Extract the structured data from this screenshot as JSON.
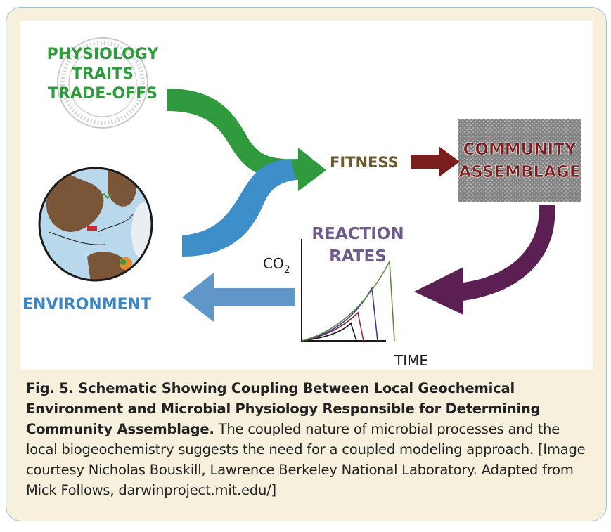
{
  "figure": {
    "inputs": [
      "PHYSIOLOGY",
      "TRAITS",
      "TRADE-OFFS"
    ],
    "fitness": "FITNESS",
    "community": [
      "COMMUNITY",
      "ASSEMBLAGE"
    ],
    "reaction": [
      "REACTION",
      "RATES"
    ],
    "co2": "CO",
    "co2_sub": "2",
    "time": "TIME",
    "environment": "ENVIRONMENT",
    "colors": {
      "green": "#2f9a3e",
      "blue": "#3d8ec9",
      "maroon": "#7a1f1d",
      "purple": "#5b1f52",
      "olive": "#6b5a2e",
      "environment_blue": "#3b86c3",
      "reaction_purple": "#6f5b8c"
    }
  },
  "caption": {
    "bold": "Fig. 5. Schematic Showing Coupling Between Local Geochemical Environment and Microbial Physiology Responsible for Determining Community Assemblage.",
    "text": " The coupled nature of microbial processes and the local biogeochemistry suggests the need for a coupled modeling approach. [Image courtesy Nicholas Bouskill, Lawrence Berkeley National Laboratory. Adapted from Mick Follows, darwinproject.mit.edu/]"
  }
}
